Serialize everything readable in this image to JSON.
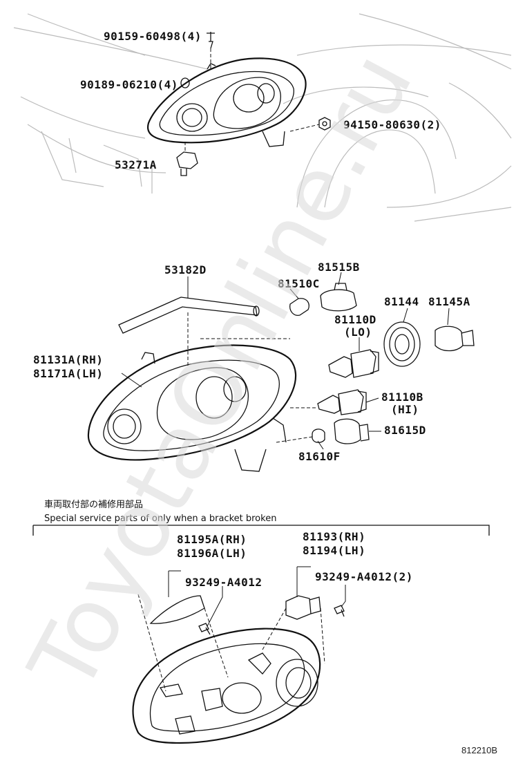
{
  "watermark": "ToyotaOnline.ru",
  "top_labels": {
    "screw": "90159-60498(4)",
    "clip": "90189-06210(4)",
    "nut": "94150-80630(2)",
    "bracket": "53271A"
  },
  "middle_labels": {
    "seal": "53182D",
    "bulb_c": "81510C",
    "socket_b": "81515B",
    "bulb_lo": "81110D",
    "bulb_lo_note": "(LO)",
    "cover_a": "81144",
    "cover_b": "81145A",
    "unit_rh": "81131A(RH)",
    "unit_lh": "81171A(LH)",
    "bulb_hi": "81110B",
    "bulb_hi_note": "(HI)",
    "socket_d": "81615D",
    "bulb_f": "81610F"
  },
  "service": {
    "note_jp": "車両取付部の補修用部品",
    "note_en": "Special service parts of only when a bracket broken",
    "left_rh": "81195A(RH)",
    "left_lh": "81196A(LH)",
    "left_screw": "93249-A4012",
    "right_rh": "81193(RH)",
    "right_lh": "81194(LH)",
    "right_screw": "93249-A4012(2)"
  },
  "figure_code": "812210B"
}
